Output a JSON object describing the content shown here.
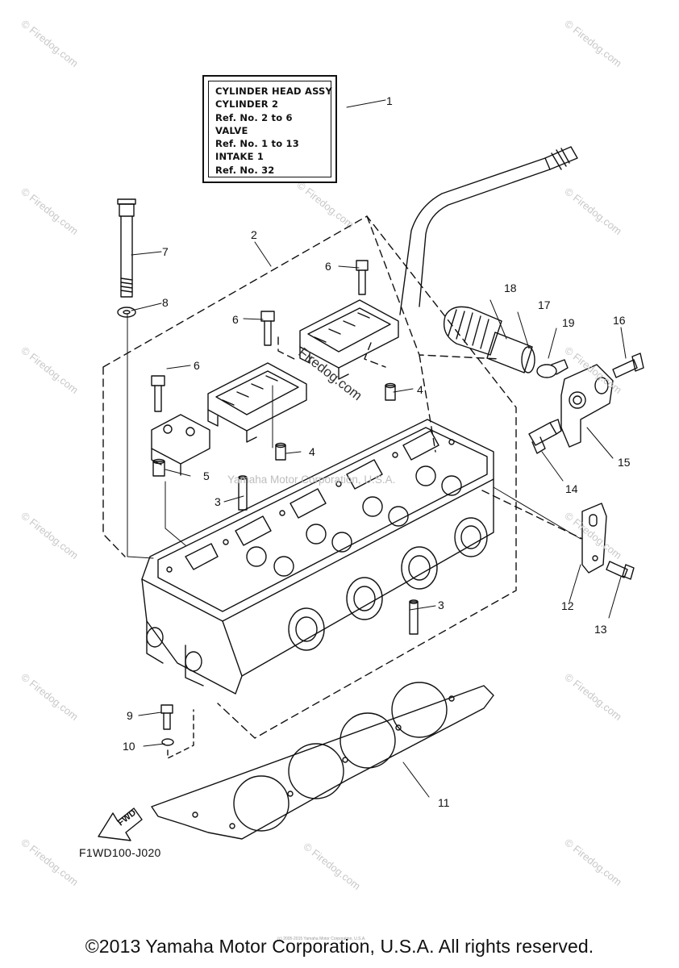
{
  "label_box": {
    "lines": [
      "CYLINDER HEAD ASSY",
      "CYLINDER 2",
      "Ref. No. 2 to 6",
      "VALVE",
      "Ref. No. 1 to 13",
      "INTAKE 1",
      "Ref. No. 32"
    ]
  },
  "callouts": [
    "1",
    "2",
    "3",
    "3",
    "4",
    "4",
    "5",
    "6",
    "6",
    "6",
    "7",
    "8",
    "9",
    "10",
    "11",
    "12",
    "13",
    "14",
    "15",
    "16",
    "17",
    "18",
    "19"
  ],
  "arrow_label": "FWD",
  "diagram_code": "F1WD100-J020",
  "copyright": "©2013 Yamaha Motor Corporation, U.S.A. All rights reserved.",
  "tiny_credit": "(c) 2005-2015 Yamaha Motor Corporation, U.S.A.",
  "watermarks": {
    "site": "© Firedog.com",
    "overlay": "Firedog.com",
    "center": "Yamaha Motor Corporation, U.S.A."
  },
  "colors": {
    "line": "#111111",
    "watermark": "#c8c8c8"
  }
}
